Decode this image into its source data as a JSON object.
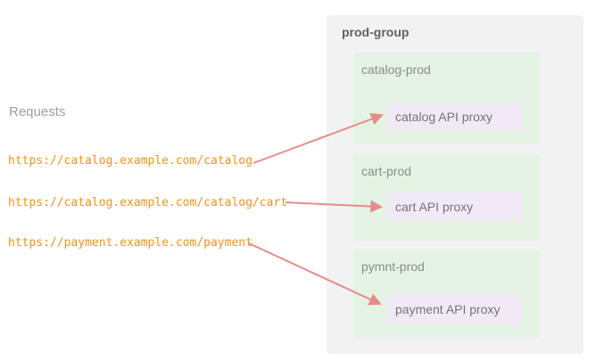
{
  "requests": {
    "label": "Requests",
    "urls": [
      "https://catalog.example.com/catalog",
      "https://catalog.example.com/catalog/cart",
      "https://payment.example.com/payment"
    ]
  },
  "prod_group": {
    "title": "prod-group",
    "environments": [
      {
        "name": "catalog-prod",
        "proxy": "catalog API proxy"
      },
      {
        "name": "cart-prod",
        "proxy": "cart API proxy"
      },
      {
        "name": "pymnt-prod",
        "proxy": "payment API proxy"
      }
    ]
  },
  "colors": {
    "group_bg": "#f2f2f2",
    "env_bg": "#e4f3e3",
    "proxy_bg": "#f1e9f6",
    "arrow": "#e88b8b",
    "url_text": "#f0931e",
    "requests_text": "#9e9e9e",
    "group_title_text": "#5f6165",
    "env_name_text": "#8c8c8c",
    "proxy_text": "#757575"
  }
}
